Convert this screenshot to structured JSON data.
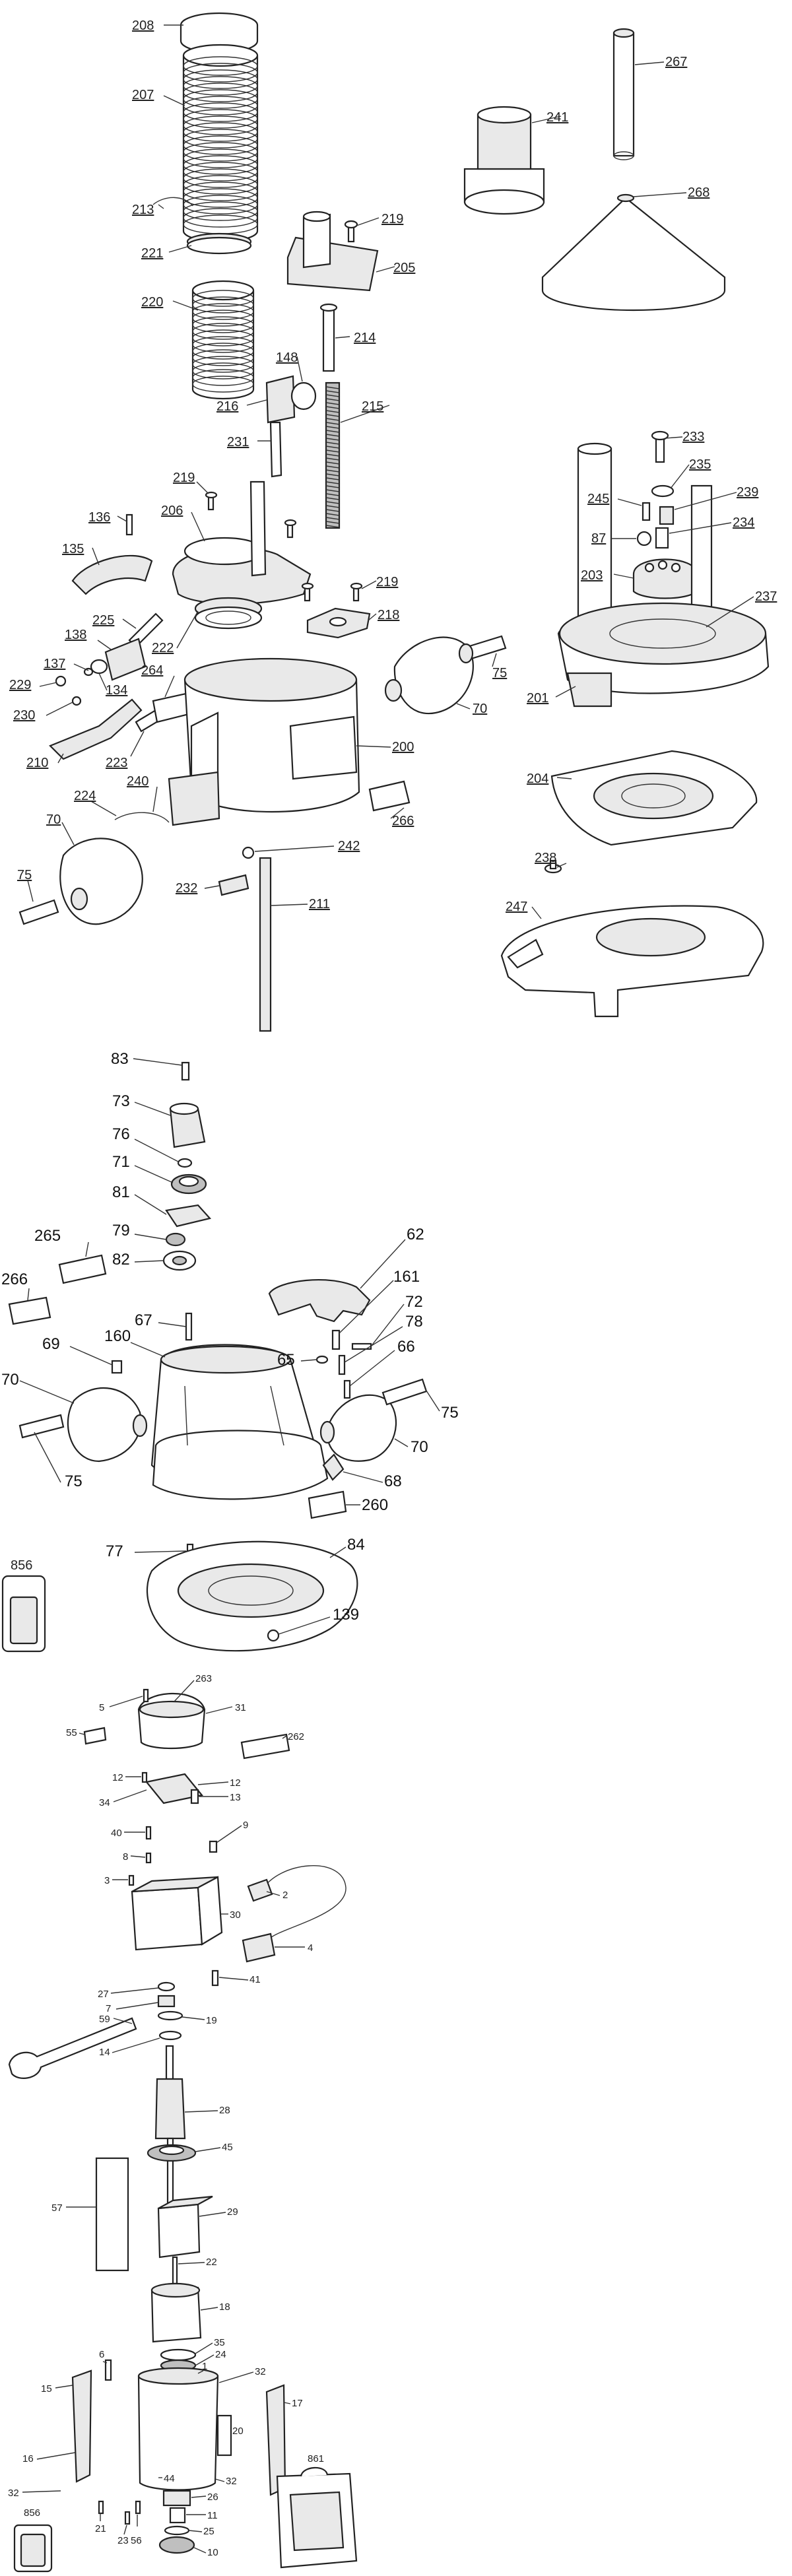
{
  "sections": {
    "upper": {
      "callouts": [
        "208",
        "207",
        "213",
        "221",
        "220",
        "219",
        "205",
        "214",
        "148",
        "216",
        "215",
        "231",
        "219",
        "206",
        "136",
        "135",
        "225",
        "138",
        "137",
        "134",
        "229",
        "230",
        "210",
        "223",
        "222",
        "264",
        "218",
        "219",
        "200",
        "70",
        "75",
        "224",
        "240",
        "242",
        "266",
        "70",
        "75",
        "232",
        "211",
        "267",
        "241",
        "268",
        "233",
        "235",
        "239",
        "245",
        "87",
        "234",
        "203",
        "237",
        "201",
        "204",
        "238",
        "247"
      ]
    },
    "middle": {
      "callouts": [
        "83",
        "73",
        "76",
        "71",
        "81",
        "265",
        "79",
        "82",
        "266",
        "67",
        "69",
        "160",
        "70",
        "75",
        "62",
        "161",
        "72",
        "78",
        "65",
        "66",
        "75",
        "70",
        "68",
        "260",
        "77",
        "84",
        "139",
        "856"
      ],
      "kit_box_label": "856"
    },
    "lower": {
      "callouts": [
        "263",
        "5",
        "31",
        "55",
        "262",
        "12",
        "12",
        "34",
        "13",
        "40",
        "9",
        "8",
        "3",
        "2",
        "30",
        "4",
        "41",
        "27",
        "7",
        "59",
        "19",
        "14",
        "28",
        "45",
        "57",
        "29",
        "22",
        "18",
        "35",
        "24",
        "6",
        "1",
        "32",
        "15",
        "20",
        "17",
        "16",
        "32",
        "44",
        "32",
        "26",
        "11",
        "21",
        "23",
        "56",
        "25",
        "10",
        "861",
        "856"
      ],
      "kit_box_label": "856",
      "case_label": "861"
    }
  }
}
